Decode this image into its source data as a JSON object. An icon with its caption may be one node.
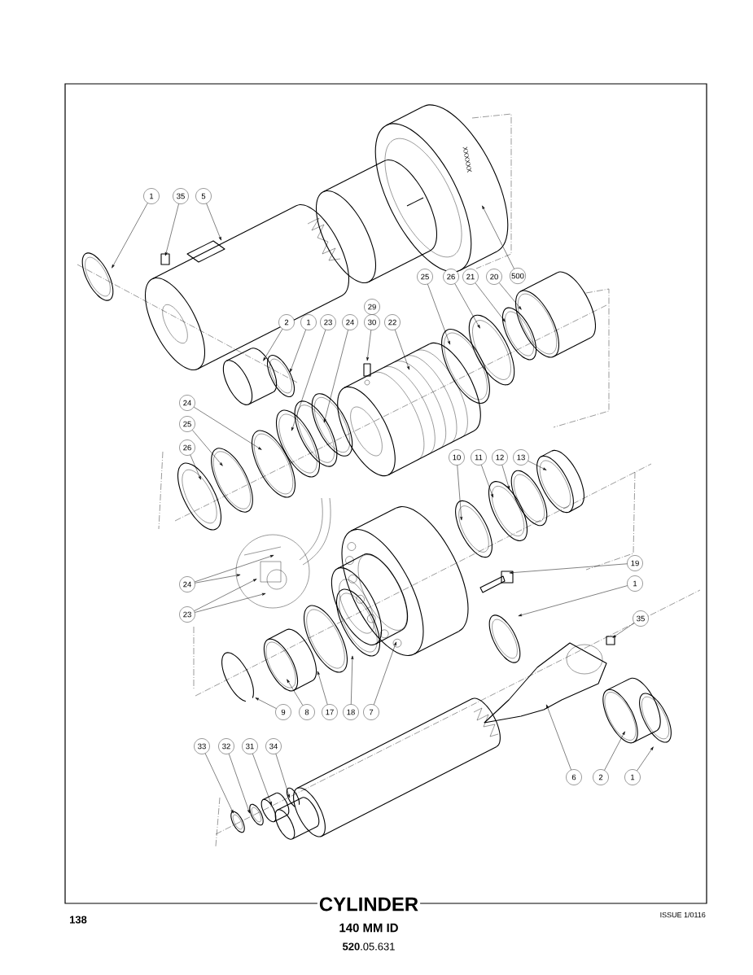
{
  "diagram": {
    "title": "CYLINDER",
    "nodes": [
      {
        "text": [
          "1"
        ]
      },
      {
        "text": [
          "35"
        ]
      },
      {
        "text": [
          "5"
        ]
      },
      {
        "text": [
          "500"
        ]
      },
      {
        "text": [
          "25"
        ]
      },
      {
        "text": [
          "26"
        ]
      },
      {
        "text": [
          "21"
        ]
      },
      {
        "text": [
          "20"
        ]
      },
      {
        "text": [
          "29"
        ]
      },
      {
        "text": [
          "30"
        ]
      },
      {
        "text": [
          "22"
        ]
      },
      {
        "text": [
          "2"
        ]
      },
      {
        "text": [
          "1"
        ]
      },
      {
        "text": [
          "23"
        ]
      },
      {
        "text": [
          "24"
        ]
      },
      {
        "text": [
          "24"
        ]
      },
      {
        "text": [
          "25"
        ]
      },
      {
        "text": [
          "26"
        ]
      },
      {
        "text": [
          "10"
        ]
      },
      {
        "text": [
          "11"
        ]
      },
      {
        "text": [
          "12"
        ]
      },
      {
        "text": [
          "13"
        ]
      },
      {
        "text": [
          "19"
        ]
      },
      {
        "text": [
          "24"
        ]
      },
      {
        "text": [
          "1"
        ]
      },
      {
        "text": [
          "23"
        ]
      },
      {
        "text": [
          "35"
        ]
      },
      {
        "text": [
          "9"
        ]
      },
      {
        "text": [
          "8"
        ]
      },
      {
        "text": [
          "17"
        ]
      },
      {
        "text": [
          "18"
        ]
      },
      {
        "text": [
          "7"
        ]
      },
      {
        "text": [
          "33"
        ]
      },
      {
        "text": [
          "32"
        ]
      },
      {
        "text": [
          "31"
        ]
      },
      {
        "text": [
          "34"
        ]
      },
      {
        "text": [
          "6"
        ]
      },
      {
        "text": [
          "2"
        ]
      },
      {
        "text": [
          "1"
        ]
      }
    ],
    "edges": [
      {
        "from": 0,
        "to": null,
        "arrow": "to"
      },
      {
        "from": 1,
        "to": null,
        "arrow": "to"
      },
      {
        "from": 2,
        "to": null,
        "arrow": "to"
      },
      {
        "from": 3,
        "to": null,
        "arrow": "to"
      },
      {
        "from": 4,
        "to": null,
        "arrow": "to"
      },
      {
        "from": 5,
        "to": null,
        "arrow": "to"
      },
      {
        "from": 6,
        "to": null,
        "arrow": "to"
      },
      {
        "from": 7,
        "to": null,
        "arrow": "to"
      },
      {
        "from": 9,
        "to": null,
        "arrow": "to"
      },
      {
        "from": 10,
        "to": null,
        "arrow": "to"
      },
      {
        "from": 11,
        "to": null,
        "arrow": "to"
      },
      {
        "from": 12,
        "to": null,
        "arrow": "to"
      },
      {
        "from": 13,
        "to": null,
        "arrow": "to"
      },
      {
        "from": 14,
        "to": null,
        "arrow": "to"
      },
      {
        "from": 15,
        "to": null,
        "arrow": "to"
      },
      {
        "from": 16,
        "to": null,
        "arrow": "to"
      },
      {
        "from": 17,
        "to": null,
        "arrow": "to"
      },
      {
        "from": 18,
        "to": null,
        "arrow": "to"
      },
      {
        "from": 19,
        "to": null,
        "arrow": "to"
      },
      {
        "from": 20,
        "to": null,
        "arrow": "to"
      },
      {
        "from": 21,
        "to": null,
        "arrow": "to"
      },
      {
        "from": 22,
        "to": null,
        "arrow": "to"
      },
      {
        "from": 23,
        "to": null,
        "arrow": "to"
      },
      {
        "from": 23,
        "to": null,
        "arrow": "to"
      },
      {
        "from": 24,
        "to": null,
        "arrow": "to"
      },
      {
        "from": 25,
        "to": null,
        "arrow": "to"
      },
      {
        "from": 25,
        "to": null,
        "arrow": "to"
      },
      {
        "from": 26,
        "to": null,
        "arrow": "to"
      },
      {
        "from": 27,
        "to": null,
        "arrow": "to"
      },
      {
        "from": 28,
        "to": null,
        "arrow": "to"
      },
      {
        "from": 29,
        "to": null,
        "arrow": "to"
      },
      {
        "from": 30,
        "to": null,
        "arrow": "to"
      },
      {
        "from": 31,
        "to": null,
        "arrow": "to"
      },
      {
        "from": 32,
        "to": null,
        "arrow": "to"
      },
      {
        "from": 33,
        "to": null,
        "arrow": "to"
      },
      {
        "from": 34,
        "to": null,
        "arrow": "to"
      },
      {
        "from": 35,
        "to": null,
        "arrow": "to"
      },
      {
        "from": 36,
        "to": null,
        "arrow": "to"
      },
      {
        "from": 37,
        "to": null,
        "arrow": "to"
      },
      {
        "from": 38,
        "to": null,
        "arrow": "to"
      }
    ],
    "labels": [
      "XXXXXX",
      "140 MM ID",
      "**520**.05.631",
      "138",
      "ISSUE 1/0116"
    ]
  }
}
